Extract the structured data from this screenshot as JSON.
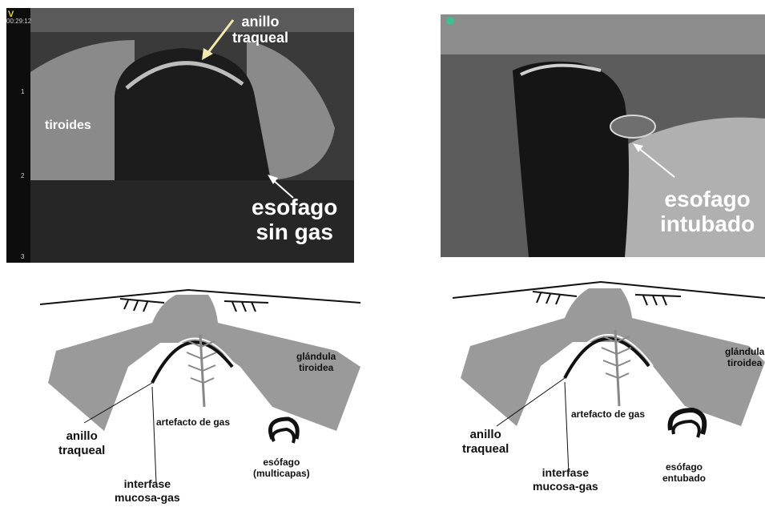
{
  "left_ultrasound": {
    "timestamp": "00:29:12",
    "marker": "V",
    "depth_ticks": [
      "1",
      "2",
      "3"
    ],
    "labels": {
      "tracheal_ring": [
        "anillo",
        "traqueal"
      ],
      "thyroid": "tiroides",
      "esophagus": [
        "esofago",
        "sin gas"
      ]
    }
  },
  "right_ultrasound": {
    "labels": {
      "esophagus": [
        "esofago",
        "intubado"
      ]
    }
  },
  "left_diagram": {
    "labels": {
      "thyroid_gland": [
        "glándula",
        "tiroidea"
      ],
      "gas_artifact": "artefacto de gas",
      "tracheal_ring": [
        "anillo",
        "traqueal"
      ],
      "esophagus": [
        "esófago",
        "(multicapas)"
      ],
      "interface": [
        "interfase",
        "mucosa-gas"
      ]
    }
  },
  "right_diagram": {
    "labels": {
      "thyroid_gland": [
        "glándula",
        "tiroidea"
      ],
      "gas_artifact": "artefacto de gas",
      "tracheal_ring": [
        "anillo",
        "traqueal"
      ],
      "esophagus": [
        "esófago",
        "entubado"
      ],
      "interface": [
        "interfase",
        "mucosa-gas"
      ]
    }
  }
}
